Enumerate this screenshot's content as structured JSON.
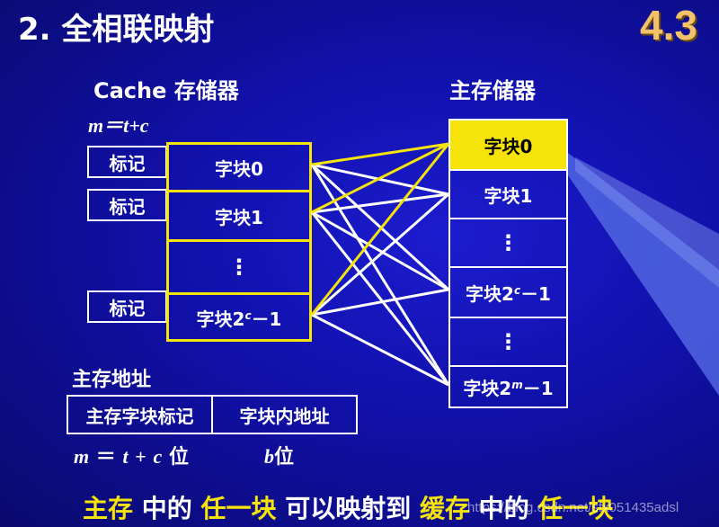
{
  "title": "2. 全相联映射",
  "section_number": "4.3",
  "cache": {
    "heading": "Cache 存储器",
    "formula": "m＝t+c",
    "tags": [
      "标记",
      "标记",
      "标记"
    ],
    "blocks": {
      "block0": "字块0",
      "block1": "字块1",
      "ellipsis": "⋮",
      "last_prefix": "字块2",
      "last_sup": "c",
      "last_suffix": "－1"
    }
  },
  "main_memory": {
    "heading": "主存储器",
    "blocks": {
      "block0": "字块0",
      "block1": "字块1",
      "ellipsis1": "⋮",
      "mid_prefix": "字块2",
      "mid_sup": "c",
      "mid_suffix": "－1",
      "ellipsis2": "⋮",
      "last_prefix": "字块2",
      "last_sup": "m",
      "last_suffix": "－1"
    }
  },
  "address": {
    "heading": "主存地址",
    "field_tag": "主存字块标记",
    "field_offset": "字块内地址",
    "tag_width_m": "m",
    "tag_width_eq": "＝",
    "tag_width_t": "t",
    "tag_width_plus": "+",
    "tag_width_c": "c",
    "tag_width_unit": "位",
    "offset_width_b": "b",
    "offset_width_unit": "位"
  },
  "caption": {
    "part1": "主存",
    "part2": " 中的 ",
    "part3": "任一块",
    "part4": " 可以映射到 ",
    "part5": "缓存",
    "part6": " 中的 ",
    "part7": "任一块"
  },
  "watermark": "https://blog.csdn.net/sfx051435adsl",
  "colors": {
    "background": "#1010a8",
    "highlight": "#f5e30a",
    "section_number": "#f2c26b",
    "lines_white": "#ffffff"
  }
}
